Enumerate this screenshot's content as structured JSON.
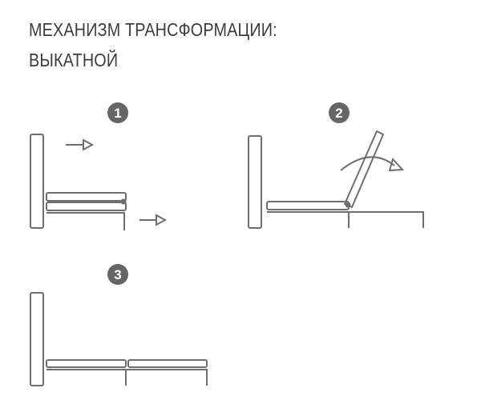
{
  "title": {
    "line1": "МЕХАНИЗМ ТРАНСФОРМАЦИИ:",
    "line2": "ВЫКАТНОЙ"
  },
  "steps": [
    {
      "number": "1"
    },
    {
      "number": "2"
    },
    {
      "number": "3"
    }
  ],
  "colors": {
    "stroke": "#6e6e6e",
    "badge": "#666666",
    "text": "#3c3c3c"
  }
}
